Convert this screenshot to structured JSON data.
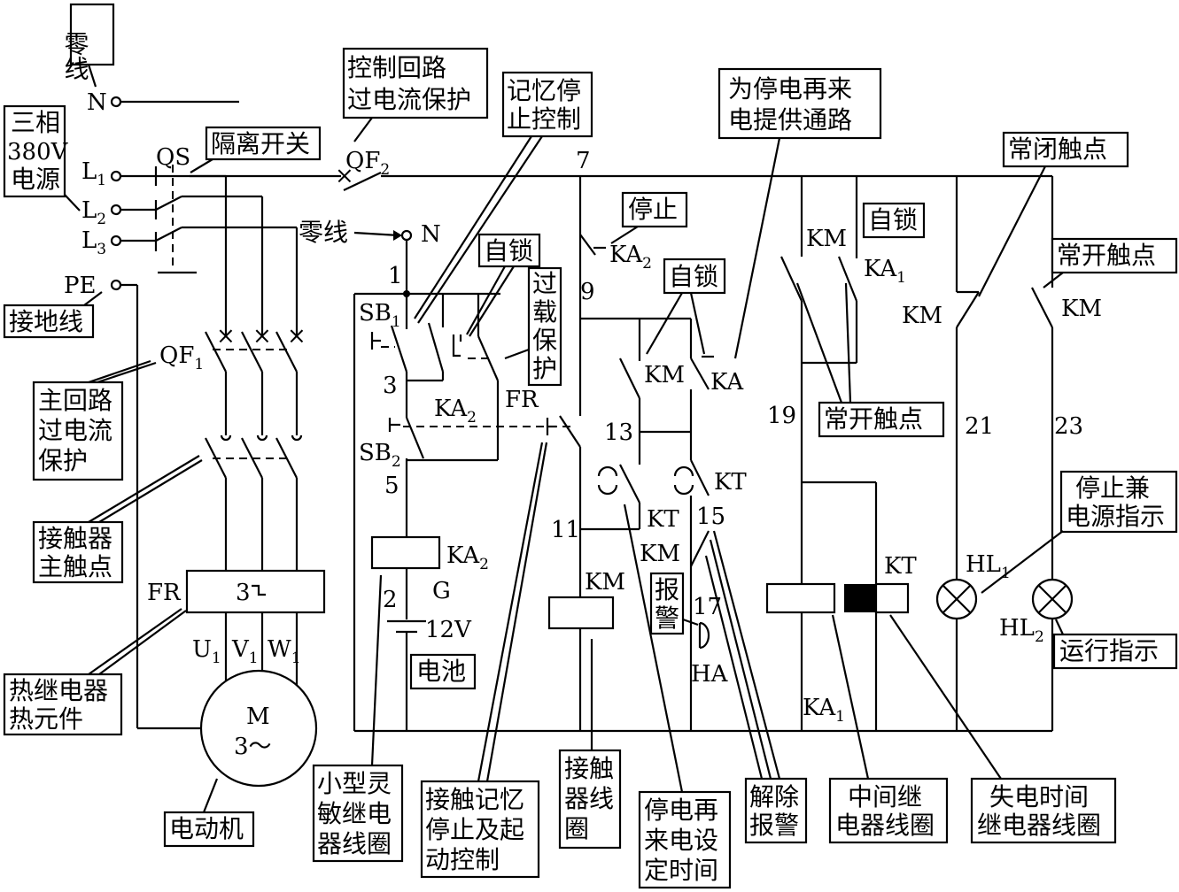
{
  "labels": {
    "N_top": "N",
    "N_mid": "N",
    "L1": "L",
    "L1_sub": "1",
    "L2": "L",
    "L2_sub": "2",
    "L3": "L",
    "L3_sub": "3",
    "PE": "PE",
    "QS": "QS",
    "QF1": "QF",
    "QF1_sub": "1",
    "QF2": "QF",
    "QF2_sub": "2",
    "FR_main": "FR",
    "FR_elem": "3",
    "U1": "U",
    "U1_sub": "1",
    "V1": "V",
    "V1_sub": "1",
    "W1": "W",
    "W1_sub": "1",
    "motor_M": "M",
    "motor_phase": "3～",
    "node1": "1",
    "node2": "2",
    "node3": "3",
    "node5": "5",
    "node7": "7",
    "node9": "9",
    "node11": "11",
    "node13": "13",
    "node15": "15",
    "node17": "17",
    "node19": "19",
    "node21": "21",
    "node23": "23",
    "SB1": "SB",
    "SB1_sub": "1",
    "SB2": "SB",
    "SB2_sub": "2",
    "KA2_a": "KA",
    "KA2_a_sub": "2",
    "KA2_b": "KA",
    "KA2_b_sub": "2",
    "KA2_coil": "KA",
    "KA2_coil_sub": "2",
    "FR_ctrl": "FR",
    "G": "G",
    "battery_v": "12V",
    "KM_selflock": "KM",
    "KA_selflock": "KA",
    "KT_nc": "KT",
    "KT_no": "KT",
    "KM_coil": "KM",
    "KM_alarm": "KM",
    "HA": "HA",
    "KM_top": "KM",
    "KA1_top": "KA",
    "KA1_top_sub": "1",
    "KA1_coil": "KA",
    "KA1_coil_sub": "1",
    "KT_coil": "KT",
    "KM_nc": "KM",
    "KM_no": "KM",
    "HL1": "HL",
    "HL1_sub": "1",
    "HL2": "HL",
    "HL2_sub": "2"
  },
  "callouts": {
    "neutral": "零线",
    "three_phase": [
      "三相",
      "380V",
      "电源"
    ],
    "isolator": "隔离开关",
    "ground": "接地线",
    "main_protect": [
      "主回路",
      "过电流",
      "保护"
    ],
    "contactor_main": [
      "接触器",
      "主触点"
    ],
    "thermal_elem": [
      "热继电器",
      "热元件"
    ],
    "motor": "电动机",
    "ctrl_protect": [
      "控制回路",
      "过电流保护"
    ],
    "memory_stop": [
      "记忆停",
      "止控制"
    ],
    "neutral_arrow": "零线",
    "self_lock_1": "自锁",
    "overload": [
      "过",
      "载",
      "保",
      "护"
    ],
    "stop": "停止",
    "self_lock_2": "自锁",
    "restore_path": [
      "为停电再来",
      "电提供通路"
    ],
    "self_lock_3": "自锁",
    "nc_contact": "常闭触点",
    "no_contact_1": "常开触点",
    "no_contact_2": "常开触点",
    "battery": "电池",
    "alarm": [
      "报",
      "警"
    ],
    "stop_power_ind": [
      "停止兼",
      "电源指示"
    ],
    "run_ind": "运行指示",
    "relay_coil": [
      "小型灵",
      "敏继电",
      "器线圈"
    ],
    "memory_start": [
      "接触记忆",
      "停止及起",
      "动控制"
    ],
    "contactor_coil": [
      "接触",
      "器线",
      "圈"
    ],
    "restore_time": [
      "停电再",
      "来电设",
      "定时间"
    ],
    "cancel_alarm": [
      "解除",
      "报警"
    ],
    "mid_relay_coil": [
      "中间继",
      "电器线圈"
    ],
    "time_relay_coil": [
      "失电时间",
      "继电器线圈"
    ]
  }
}
